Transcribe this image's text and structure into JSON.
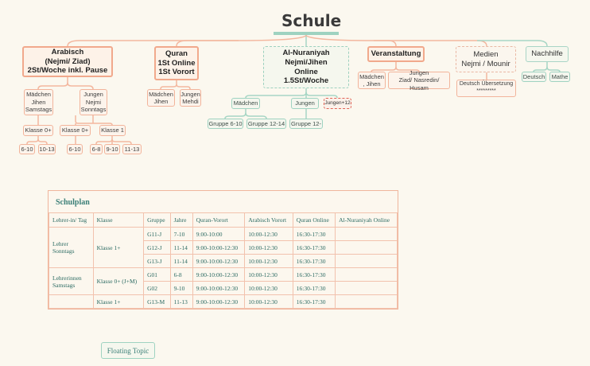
{
  "title": "Schule",
  "branches": {
    "arabisch": {
      "label": "Arabisch\n(Nejmi/ Ziad)\n2St/Woche inkl. Pause"
    },
    "arab_maedchen": {
      "label": "Mädchen\nJihen\nSamstags"
    },
    "arab_jungen": {
      "label": "Jungen\nNejmi\nSonntags"
    },
    "arab_k0_left": {
      "label": "Klasse 0+"
    },
    "arab_k0_mid": {
      "label": "Klasse 0+"
    },
    "arab_k1": {
      "label": "Klasse 1"
    },
    "arab_610a": {
      "label": "6-10"
    },
    "arab_1013": {
      "label": "10-13"
    },
    "arab_610b": {
      "label": "6-10"
    },
    "arab_68": {
      "label": "6-8"
    },
    "arab_910": {
      "label": "9-10"
    },
    "arab_1113": {
      "label": "11-13"
    },
    "quran": {
      "label": "Quran\n1St Online\n1St Vorort"
    },
    "quran_maedchen": {
      "label": "Mädchen\nJihen"
    },
    "quran_jungen": {
      "label": "Jungen\nMehdi"
    },
    "nura": {
      "label": "Al-Nuraniyah\nNejmi/Jihen\nOnline\n1.5St/Woche"
    },
    "nura_maedchen": {
      "label": "Mädchen"
    },
    "nura_jungen": {
      "label": "Jungen"
    },
    "nura_jungen12": {
      "label": "Jungen+12"
    },
    "nura_g610": {
      "label": "Gruppe 6-10"
    },
    "nura_g1214": {
      "label": "Gruppe 12-14"
    },
    "nura_g12": {
      "label": "Gruppe 12-"
    },
    "veranstaltung": {
      "label": "Veranstaltung"
    },
    "ver_maedchen": {
      "label": "Mädchen\n, Jihen"
    },
    "ver_jungen": {
      "label": "Jungen\nZiad/ Nasredin/ Husam"
    },
    "medien": {
      "label": "Medien\nNejmi / Mounir"
    },
    "medien_deutsch": {
      "label": "Deutsch Übersetzung\n*********"
    },
    "nachhilfe": {
      "label": "Nachhilfe"
    },
    "nach_deutsch": {
      "label": "Deutsch"
    },
    "nach_mathe": {
      "label": "Mathe"
    }
  },
  "schulplan": {
    "title": "Schulplan",
    "headers": [
      "Lehrer-in/ Tag",
      "Klasse",
      "Gruppe",
      "Jahre",
      "Quran-Vorort",
      "Arabisch Vorort",
      "Quran Online",
      "Al-Nuraniyah Online"
    ],
    "sections": [
      {
        "teacher": "Lehrer\nSonntags",
        "klasse": "Klasse 1+",
        "rows": [
          [
            "G11-J",
            "7-10",
            "9:00-10:00",
            "10:00-12:30",
            "16:30-17:30",
            ""
          ],
          [
            "G12-J",
            "11-14",
            "9:00-10:00-12:30",
            "10:00-12:30",
            "16:30-17:30",
            ""
          ],
          [
            "G13-J",
            "11-14",
            "9:00-10:00-12:30",
            "10:00-12:30",
            "16:30-17:30",
            ""
          ]
        ]
      },
      {
        "teacher": "Lehrerinnen\nSamstags",
        "klasse": "Klasse 0+ (J+M)",
        "rows": [
          [
            "G01",
            "6-8",
            "9:00-10:00-12:30",
            "10:00-12:30",
            "16:30-17:30",
            ""
          ],
          [
            "G02",
            "9-10",
            "9:00-10:00-12:30",
            "10:00-12:30",
            "16:30-17:30",
            ""
          ]
        ]
      },
      {
        "teacher": "",
        "klasse": "Klasse 1+",
        "rows": [
          [
            "G13-M",
            "11-13",
            "9:00-10:00-12:30",
            "10:00-12:30",
            "16:30-17:30",
            ""
          ]
        ]
      }
    ]
  },
  "floating_topic": "Floating Topic",
  "colors": {
    "orange": "#f1a98c",
    "green": "#9dd1bf",
    "red": "#e06355",
    "teal_text": "#2c6b63"
  }
}
